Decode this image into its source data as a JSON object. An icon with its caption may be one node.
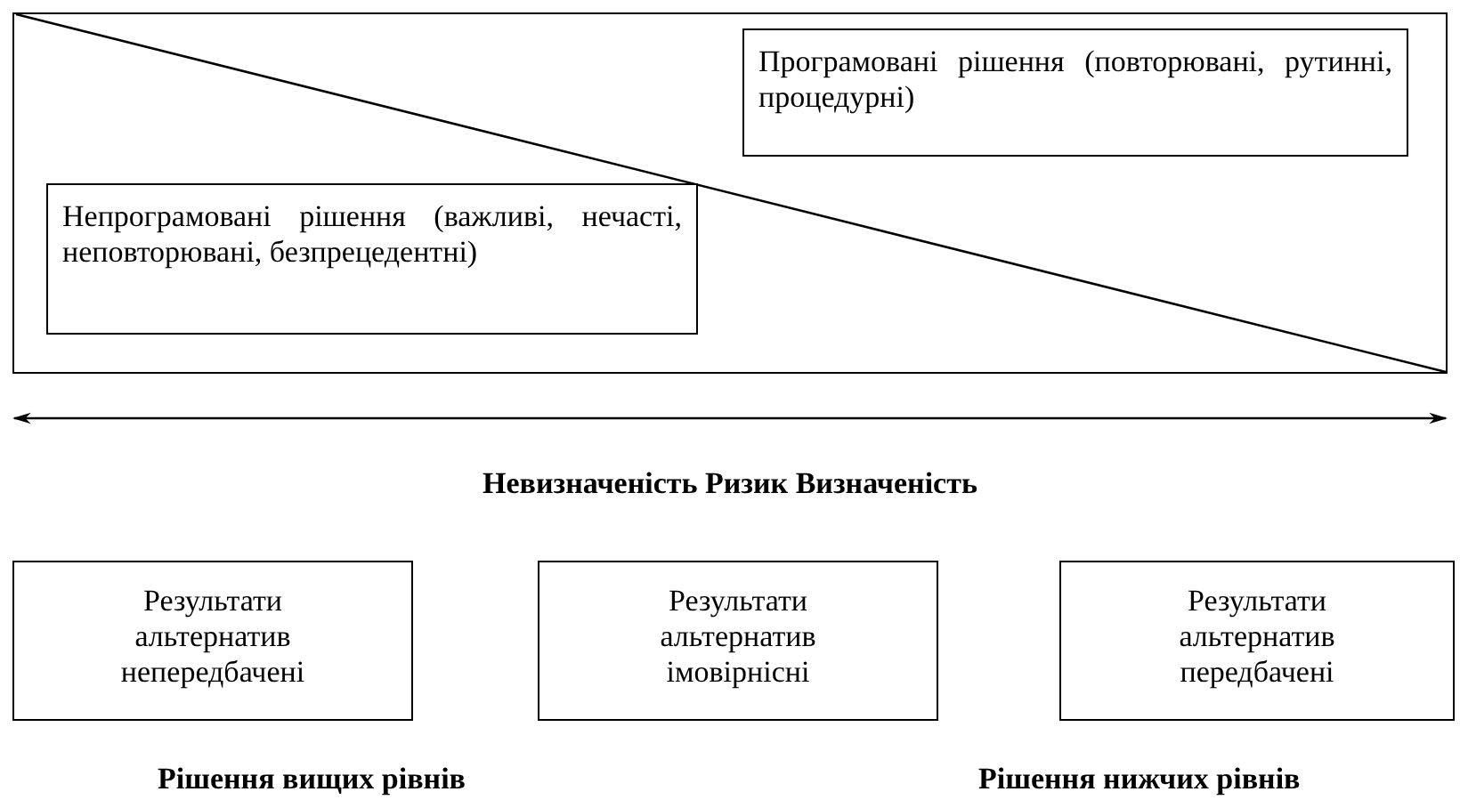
{
  "diagram": {
    "nodes": [
      {
        "text": [],
        "shape": "box"
      },
      {
        "text": [
          "Програмовані рішення (повторювані, рутинні, процедурні)"
        ],
        "in": 0
      },
      {
        "text": [
          "Непрограмовані рішення (важливі, нечасті, неповторювані, безпрецедентні)"
        ],
        "in": 0
      },
      {
        "text": [
          "Результати альтернатив непередбачені"
        ]
      },
      {
        "text": [
          "Результати альтернатив імовірнісні"
        ]
      },
      {
        "text": [
          "Результати альтернатив передбачені"
        ]
      }
    ],
    "labels": [
      "Невизначеність Ризик Визначеність",
      "Рішення вищих рівнів",
      "Рішення нижчих рівнів"
    ]
  }
}
